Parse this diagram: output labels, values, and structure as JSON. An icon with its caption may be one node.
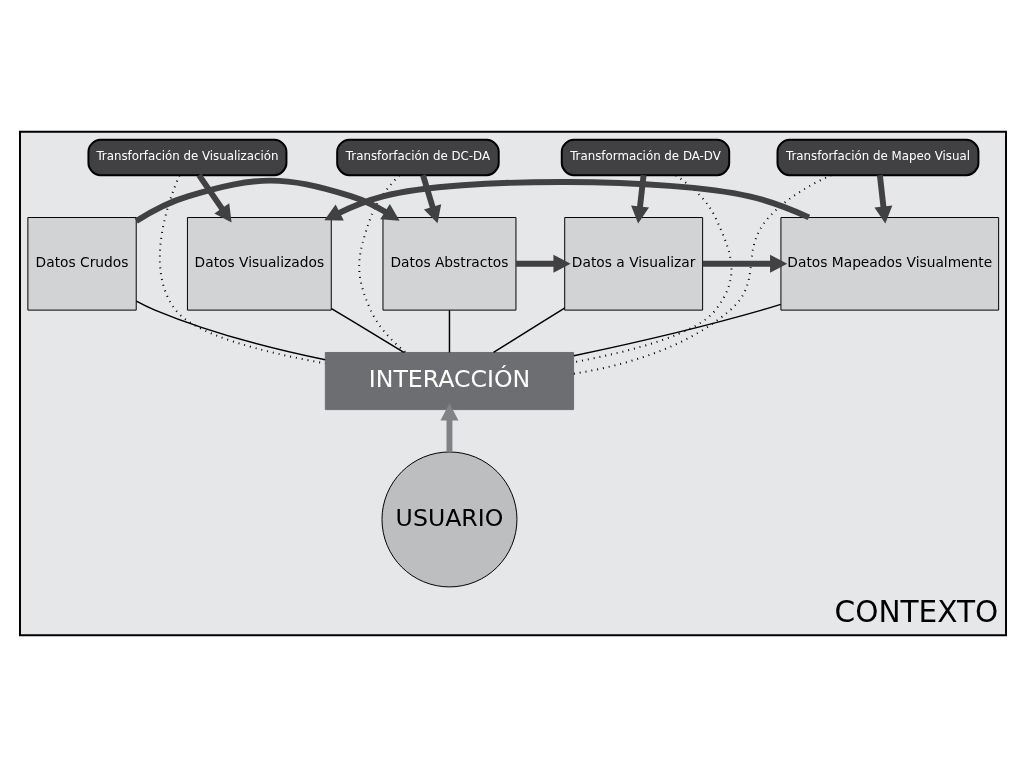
{
  "diagram": {
    "nodes": [
      {
        "text": [
          "CONTEXTO"
        ]
      },
      {
        "text": [
          "Transforfación de DC-DA"
        ],
        "in": 0
      },
      {
        "text": [
          "Transformación de DA-DV"
        ],
        "in": 0
      },
      {
        "text": [
          "Transforfación de Mapeo Visual"
        ],
        "in": 0
      },
      {
        "text": [
          "Transforfación de Visualización"
        ],
        "in": 0
      },
      {
        "text": [
          "Datos Crudos"
        ],
        "in": 0
      },
      {
        "text": [
          "Datos Abstractos"
        ],
        "in": 0
      },
      {
        "text": [
          "Datos a Visualizar"
        ],
        "in": 0
      },
      {
        "text": [
          "Datos Mapeados Visualmente"
        ],
        "in": 0
      },
      {
        "text": [
          "Datos Visualizados"
        ],
        "in": 0
      },
      {
        "text": [
          "INTERACCIÓN"
        ],
        "in": 0
      },
      {
        "text": [
          "USUARIO"
        ],
        "in": 0
      }
    ],
    "edges": [
      {
        "from": 5,
        "to": 6,
        "arrow": "to",
        "style": "thick",
        "color": "#414042"
      },
      {
        "from": 1,
        "to": 6,
        "arrow": "to",
        "style": "thick",
        "color": "#414042"
      },
      {
        "from": 6,
        "to": 7,
        "arrow": "to",
        "style": "thick",
        "color": "#414042"
      },
      {
        "from": 2,
        "to": 7,
        "arrow": "to",
        "style": "thick",
        "color": "#414042"
      },
      {
        "from": 7,
        "to": 8,
        "arrow": "to",
        "style": "thick",
        "color": "#414042"
      },
      {
        "from": 3,
        "to": 8,
        "arrow": "to",
        "style": "thick",
        "color": "#414042"
      },
      {
        "from": 8,
        "to": 9,
        "arrow": "to",
        "style": "thick",
        "color": "#414042"
      },
      {
        "from": 4,
        "to": 9,
        "arrow": "to",
        "style": "thick",
        "color": "#414042"
      },
      {
        "from": 5,
        "to": 10,
        "arrow": "none"
      },
      {
        "from": 1,
        "to": 10,
        "arrow": "none",
        "style": "dashed"
      },
      {
        "from": 6,
        "to": 10,
        "arrow": "none"
      },
      {
        "from": 2,
        "to": 10,
        "arrow": "none",
        "style": "dashed"
      },
      {
        "from": 7,
        "to": 10,
        "arrow": "none"
      },
      {
        "from": 3,
        "to": 10,
        "arrow": "none",
        "style": "dashed"
      },
      {
        "from": 8,
        "to": 10,
        "arrow": "none"
      },
      {
        "from": 4,
        "to": 10,
        "arrow": "none",
        "style": "dashed"
      },
      {
        "from": 9,
        "to": 10,
        "arrow": "none"
      },
      {
        "from": 11,
        "to": 10,
        "arrow": "to",
        "style": "thick",
        "color": "#808285"
      }
    ]
  }
}
